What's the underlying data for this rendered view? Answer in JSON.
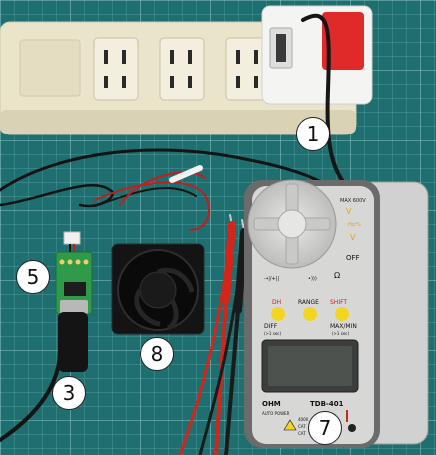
{
  "callouts": [
    {
      "id": "callout-1",
      "label": "1"
    },
    {
      "id": "callout-3",
      "label": "3"
    },
    {
      "id": "callout-5",
      "label": "5"
    },
    {
      "id": "callout-7",
      "label": "7"
    },
    {
      "id": "callout-8",
      "label": "8"
    }
  ],
  "multimeter": {
    "model": "TDB-401",
    "brand": "OHM",
    "max_voltage": "MAX 600V",
    "off_label": "OFF",
    "ohm_symbol": "Ω",
    "dh_label": "DH",
    "range_label": "RANGE",
    "shift_label": "SHIFT",
    "diff_label": "DIFF",
    "diff_sub": "(>1 sec)",
    "maxmin_label": "MAX/MIN",
    "maxmin_sub": "(>1 sec)",
    "auto_power": "AUTO POWER",
    "count": "4000",
    "cat1": "CAT",
    "cat2": "CAT",
    "hz_label": "Hz/%",
    "v_ac": "V",
    "v_dc": "V",
    "diode_label": "→|/+||",
    "continuity": "•)))"
  },
  "colors": {
    "mat": "#1f6e70",
    "grid": "#5fa6a6",
    "strip": "#ece6cf",
    "meter_body": "#6b6b6b",
    "meter_face": "#d7d7d5",
    "button": "#f2d421",
    "probe_red": "#d2261c",
    "probe_black": "#1a1a1a",
    "pcb": "#2f9a4a",
    "fan": "#111111"
  }
}
